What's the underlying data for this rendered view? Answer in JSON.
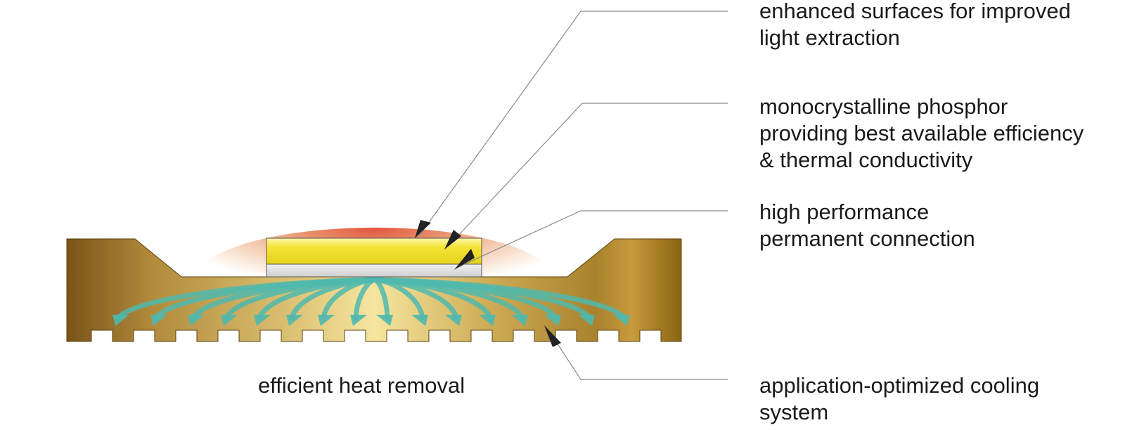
{
  "callouts": {
    "surfaces": {
      "lines": [
        "enhanced surfaces for improved",
        "light extraction"
      ]
    },
    "phosphor": {
      "lines": [
        "monocrystalline phosphor",
        "providing best available efficiency",
        "& thermal conductivity"
      ]
    },
    "connection": {
      "lines": [
        "high performance",
        "permanent connection"
      ]
    },
    "cooling": {
      "lines": [
        "application-optimized cooling",
        "system"
      ]
    }
  },
  "caption": {
    "heat_removal": "efficient heat removal"
  },
  "colors": {
    "phosphor_yellow": "#f3e53a",
    "connection_gray": "#d6d6d6",
    "heat_red": "#e0553a",
    "arrow_teal": "#4fb8ae",
    "bronze_dark": "#7a5416",
    "bronze_light": "#f6e6a0",
    "leader_line": "#8a8a8a",
    "arrowhead": "#222222"
  }
}
